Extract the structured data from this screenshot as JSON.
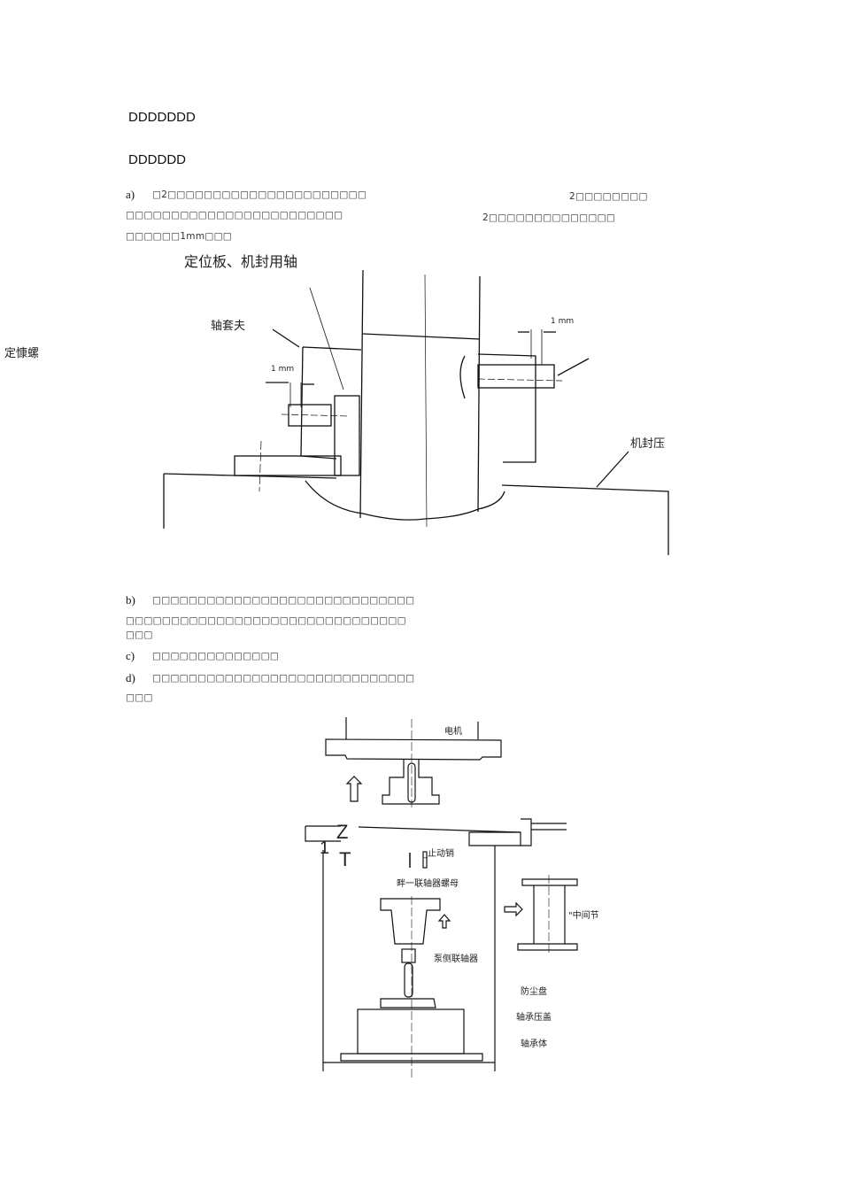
{
  "headings": [
    "DDDDDDD",
    "DDDDDD"
  ],
  "para_a": {
    "marker": "a)",
    "line1": "□2□□□□□□□□□□□□□□□□□□□□□□",
    "line2": "□□□□□□□□□□□□□□□□□□□□□□□□",
    "line3": "□□□□□□1mm□□□",
    "right1": "2□□□□□□□□",
    "right2": "2□□□□□□□□□□□□□□"
  },
  "figure1": {
    "title": "定位板、机封用轴",
    "sleeve_label": "轴套夫",
    "screw_label": "定慷螺",
    "gland_label": "机封压",
    "dim1": "1 mm",
    "dim2": "1 mm"
  },
  "para_b": {
    "marker": "b)",
    "line1": "□□□□□□□□□□□□□□□□□□□□□□□□□□□□□",
    "line2": "□□□□□□□□□□□□□□□□□□□□□□□□□□□□□□□",
    "line3": "□□□"
  },
  "para_c": {
    "marker": "c)",
    "line1": "□□□□□□□□□□□□□□"
  },
  "para_d": {
    "marker": "d)",
    "line1": "□□□□□□□□□□□□□□□□□□□□□□□□□□□□□",
    "line2": "□□□"
  },
  "figure2": {
    "motor": "电机",
    "drive_pin": "_止动销",
    "coupling_nut": "畔一联轴器螺母",
    "pump_coupling": "泵侧联轴器",
    "spacer": "\"中间节",
    "dust_disc": "防尘盘",
    "bearing_cover": "轴承压盖",
    "bearing_body": "轴承体",
    "mark_z": "Z",
    "mark_t": "T",
    "mark_1": "1"
  }
}
